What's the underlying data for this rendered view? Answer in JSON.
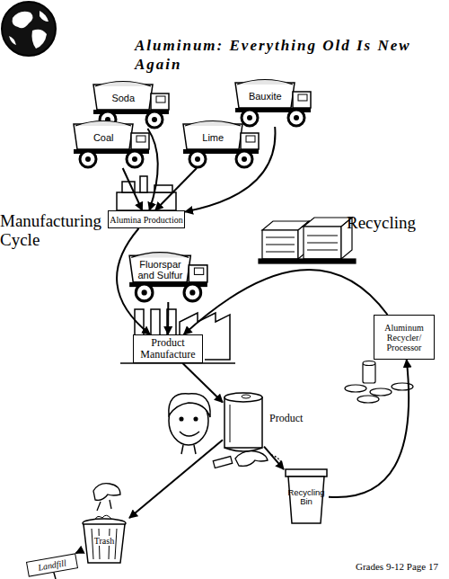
{
  "diagram": {
    "title": "Aluminum: Everything Old Is New Again",
    "nodes": [
      {
        "text": [
          "Soda"
        ]
      },
      {
        "text": [
          "Bauxite"
        ]
      },
      {
        "text": [
          "Coal"
        ]
      },
      {
        "text": [
          "Lime"
        ]
      },
      {
        "text": [
          "Alumina Production"
        ]
      },
      {
        "text": [
          "Fluorspar and Sulfur"
        ]
      },
      {
        "text": [
          "Product Manufacture"
        ]
      },
      {
        "text": [
          "Aluminum Recycler/ Processor"
        ]
      },
      {
        "text": [
          "Product"
        ]
      },
      {
        "text": [
          "Recycling Bin"
        ]
      },
      {
        "text": [
          "Trash"
        ]
      },
      {
        "text": [
          "Landfill"
        ]
      }
    ],
    "edges": [
      {
        "from": 0,
        "to": 4,
        "arrow": "to"
      },
      {
        "from": 1,
        "to": 4,
        "arrow": "to"
      },
      {
        "from": 2,
        "to": 4,
        "arrow": "to"
      },
      {
        "from": 3,
        "to": 4,
        "arrow": "to"
      },
      {
        "from": 4,
        "to": 6,
        "arrow": "to"
      },
      {
        "from": 5,
        "to": 6,
        "arrow": "to"
      },
      {
        "from": 6,
        "to": 8,
        "arrow": "to"
      },
      {
        "from": 8,
        "to": 10,
        "arrow": "to"
      },
      {
        "from": 10,
        "to": 11,
        "arrow": "to"
      },
      {
        "from": 8,
        "to": 9,
        "arrow": "to"
      },
      {
        "from": 9,
        "to": 7,
        "arrow": "to"
      },
      {
        "from": 7,
        "to": 6,
        "arrow": "to"
      }
    ],
    "labels": [
      "Manufacturing Cycle",
      "Recycling",
      "Grades 9-12 Page 17"
    ]
  }
}
